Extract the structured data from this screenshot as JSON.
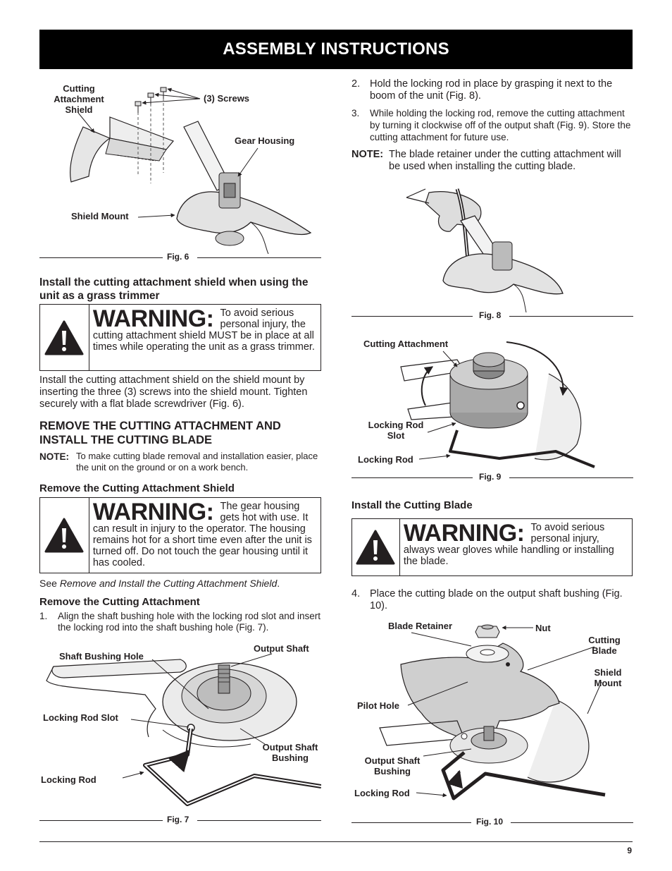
{
  "header": {
    "title": "ASSEMBLY INSTRUCTIONS"
  },
  "fig6": {
    "caption": "Fig. 6",
    "labels": {
      "cutting_attachment_shield": "Cutting\nAttachment\nShield",
      "screws": "(3) Screws",
      "gear_housing": "Gear Housing",
      "shield_mount": "Shield Mount"
    }
  },
  "install_shield": {
    "heading": "Install the cutting attachment shield when using the unit as a grass trimmer",
    "warning_word": "WARNING:",
    "warning_text": "To avoid serious personal injury, the cutting attachment shield MUST be in place at all times while operating the unit as a grass trimmer.",
    "body": "Install the cutting attachment shield on the shield mount by inserting the three (3) screws into the shield mount. Tighten securely with a flat blade screwdriver (Fig. 6)."
  },
  "remove_section": {
    "heading": "REMOVE THE CUTTING ATTACHMENT AND INSTALL THE CUTTING BLADE",
    "note_label": "NOTE:",
    "note_text": "To make cutting blade removal and installation easier, place the unit on the ground or on a work bench."
  },
  "remove_shield": {
    "heading": "Remove the Cutting Attachment Shield",
    "warning_word": "WARNING:",
    "warning_text": "The gear housing gets hot with use. It can result in injury to the operator. The housing remains hot for a short time even after the unit is turned off. Do not touch the gear housing until it has cooled.",
    "see_prefix": "See ",
    "see_ref": "Remove and Install the Cutting Attachment Shield",
    "see_suffix": "."
  },
  "remove_attachment": {
    "heading": "Remove the Cutting Attachment",
    "steps": [
      {
        "num": "1.",
        "text": "Align the shaft bushing hole with the locking rod slot and insert the locking rod into the shaft bushing hole (Fig. 7)."
      },
      {
        "num": "2.",
        "text": "Hold the locking rod in place by grasping it next to the boom of the unit (Fig. 8)."
      },
      {
        "num": "3.",
        "text": "While holding the locking rod, remove the cutting attachment by turning it clockwise off of the output shaft (Fig. 9). Store the cutting attachment for future use."
      }
    ],
    "note_label": "NOTE:",
    "note_text": "The blade retainer under the cutting attachment will be used when installing the cutting blade."
  },
  "fig7": {
    "caption": "Fig. 7",
    "labels": {
      "shaft_bushing_hole": "Shaft Bushing Hole",
      "output_shaft": "Output Shaft",
      "locking_rod_slot": "Locking Rod Slot",
      "output_shaft_bushing": "Output Shaft\nBushing",
      "locking_rod": "Locking Rod"
    }
  },
  "fig8": {
    "caption": "Fig. 8"
  },
  "fig9": {
    "caption": "Fig. 9",
    "labels": {
      "cutting_attachment": "Cutting Attachment",
      "locking_rod_slot": "Locking Rod\nSlot",
      "locking_rod": "Locking Rod"
    }
  },
  "install_blade": {
    "heading": "Install the Cutting Blade",
    "warning_word": "WARNING:",
    "warning_text": "To avoid serious personal injury, always wear gloves while handling or installing the blade.",
    "step": {
      "num": "4.",
      "text": "Place the cutting blade on the output shaft bushing (Fig. 10)."
    }
  },
  "fig10": {
    "caption": "Fig. 10",
    "labels": {
      "blade_retainer": "Blade Retainer",
      "nut": "Nut",
      "cutting_blade": "Cutting\nBlade",
      "shield_mount": "Shield\nMount",
      "pilot_hole": "Pilot Hole",
      "output_shaft_bushing": "Output Shaft\nBushing",
      "locking_rod": "Locking Rod"
    }
  },
  "footer": {
    "page_number": "9"
  }
}
